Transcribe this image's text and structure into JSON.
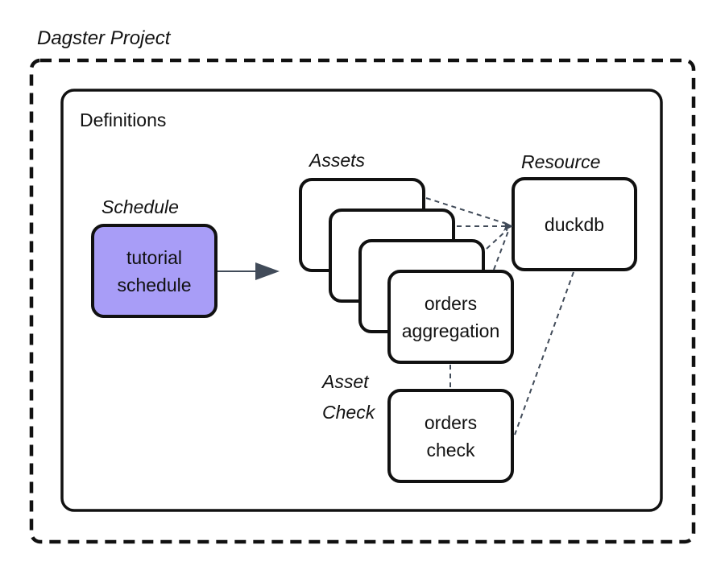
{
  "diagram": {
    "title": "Dagster Project",
    "definitions_label": "Definitions",
    "schedule": {
      "label": "Schedule",
      "node": {
        "line1": "tutorial",
        "line2": "schedule"
      }
    },
    "assets": {
      "label": "Assets",
      "stack_count": 4,
      "front_node": {
        "line1": "orders",
        "line2": "aggregation"
      }
    },
    "resource": {
      "label": "Resource",
      "node": {
        "label": "duckdb"
      }
    },
    "asset_check": {
      "label_line1": "Asset",
      "label_line2": "Check",
      "node": {
        "line1": "orders",
        "line2": "check"
      }
    },
    "colors": {
      "schedule_fill": "#a89df7",
      "border_ink": "#111111",
      "connector": "#414b59"
    }
  }
}
